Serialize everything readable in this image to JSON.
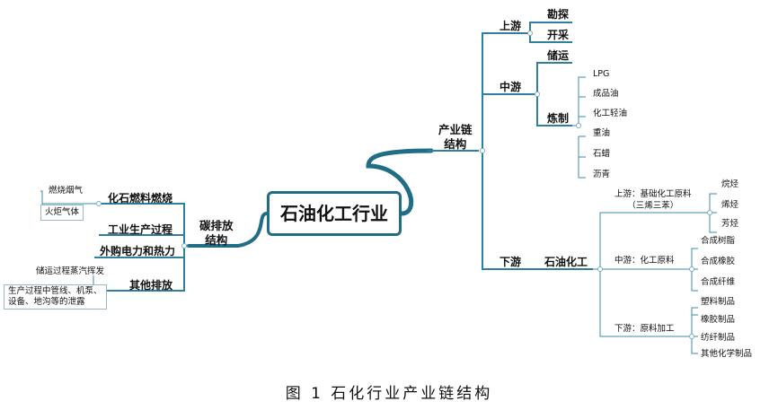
{
  "center": "石油化工行业",
  "left_branch": {
    "label_line1": "碳排放",
    "label_line2": "结构",
    "items": [
      {
        "label": "化石燃料燃烧",
        "subs": [
          "燃烧烟气",
          "火炬气体"
        ]
      },
      {
        "label": "工业生产过程",
        "subs": []
      },
      {
        "label": "外购电力和热力",
        "subs": []
      },
      {
        "label": "其他排放",
        "subs": [
          "储运过程蒸汽挥发",
          "生产过程中管线、机泵、",
          "设备、地沟等的泄露"
        ]
      }
    ]
  },
  "right_branch": {
    "label_line1": "产业链",
    "label_line2": "结构",
    "upstream": {
      "label": "上游",
      "items": [
        "勘探",
        "开采"
      ]
    },
    "midstream": {
      "label": "中游",
      "storage": "储运",
      "refining": "炼制",
      "refining_items": [
        "LPG",
        "成品油",
        "化工轻油",
        "重油",
        "石蜡",
        "沥青"
      ]
    },
    "downstream": {
      "label": "下游",
      "petrochem": "石油化工",
      "groups": [
        {
          "label_line1": "上游：基础化工原料",
          "label_line2": "（三烯三苯）",
          "items": [
            "烷烃",
            "烯烃",
            "芳烃"
          ]
        },
        {
          "label_line1": "中游：化工原料",
          "items": [
            "合成树脂",
            "合成橡胶",
            "合成纤维"
          ]
        },
        {
          "label_line1": "下游：原料加工",
          "items": [
            "塑料制品",
            "橡胶制品",
            "纺纤制品",
            "其他化学制品"
          ]
        }
      ]
    }
  },
  "caption": "图 1  石化行业产业链结构",
  "colors": {
    "trunk": "#1f6e86",
    "branch": "#2e7fa0",
    "thin": "#3d8bad",
    "box_border": "#9ab8c6"
  }
}
